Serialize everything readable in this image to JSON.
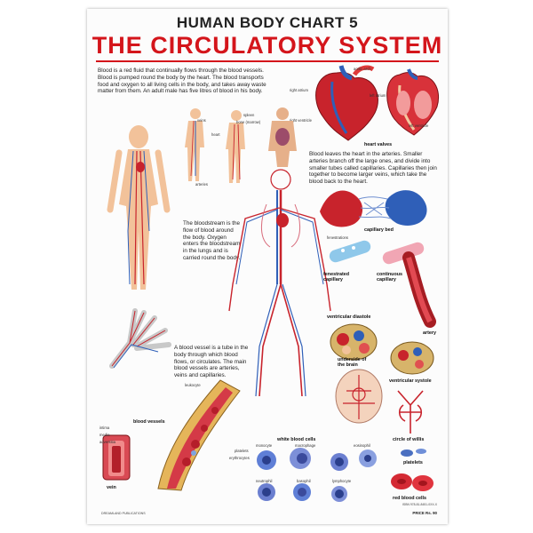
{
  "poster": {
    "chart_number": "HUMAN BODY CHART 5",
    "title": "THE CIRCULATORY SYSTEM",
    "price": "PRICE Rs. 90",
    "publisher": "DREAMLAND PUBLICATIONS",
    "code": "ISBN 978-81-8451-0XX-X"
  },
  "paragraphs": {
    "intro": "Blood is a red fluid that continually flows through the blood vessels. Blood is pumped round the body by the heart. The blood transports food and oxygen to all living cells in the body, and takes away waste matter from them. An adult male has five litres of blood in his body.",
    "arteries": "Blood leaves the heart in the arteries. Smaller arteries branch off the large ones, and divide into smaller tubes called capillaries. Capillaries then join together to become larger veins, which take the blood back to the heart.",
    "bloodstream": "The bloodstream is the flow of blood around the body. Oxygen enters the bloodstream in the lungs and is carried round the body.",
    "vessel": "A blood vessel is a tube in the body through which blood flows, or circulates. The main blood vessels are arteries, veins and capillaries."
  },
  "labels": {
    "veins": "veins",
    "heart": "heart",
    "arteries": "arteries",
    "spleen": "spleen",
    "bone_marrow": "bone (marrow)",
    "heart_valves": "heart valves",
    "capillary_bed": "capillary bed",
    "fenestrations": "fenestrations",
    "fenestrated_capillary": "fenestrated capillary",
    "continuous_capillary": "continuous capillary",
    "artery": "artery",
    "ventricular_diastole": "ventricular diastole",
    "ventricular_systole": "ventricular systole",
    "underside_brain": "underside of the brain",
    "circle_willis": "circle of willis",
    "blood_vessels": "blood vessels",
    "vein": "vein",
    "white_blood_cells": "white blood cells",
    "platelets": "platelets",
    "red_blood_cells": "red blood cells",
    "leukocyte": "leukocyte",
    "erythrocytes": "erythrocytes",
    "monocyte": "monocyte",
    "macrophage": "macrophage",
    "eosinophil": "eosinophil",
    "neutrophil": "neutrophil",
    "basophil": "basophil",
    "lymphocyte": "lymphocyte",
    "tunica_intima": "intima",
    "tunica_media": "media",
    "adventitia": "adventitia",
    "aortic_arch": "aortic arch",
    "left_atrium": "left atrium",
    "right_atrium": "right atrium",
    "left_ventricle": "left ventricle",
    "right_ventricle": "right ventricle"
  },
  "colors": {
    "title_red": "#d4151b",
    "artery_red": "#c8232c",
    "vein_blue": "#2f5fb8",
    "skin": "#f2c29a"
  }
}
